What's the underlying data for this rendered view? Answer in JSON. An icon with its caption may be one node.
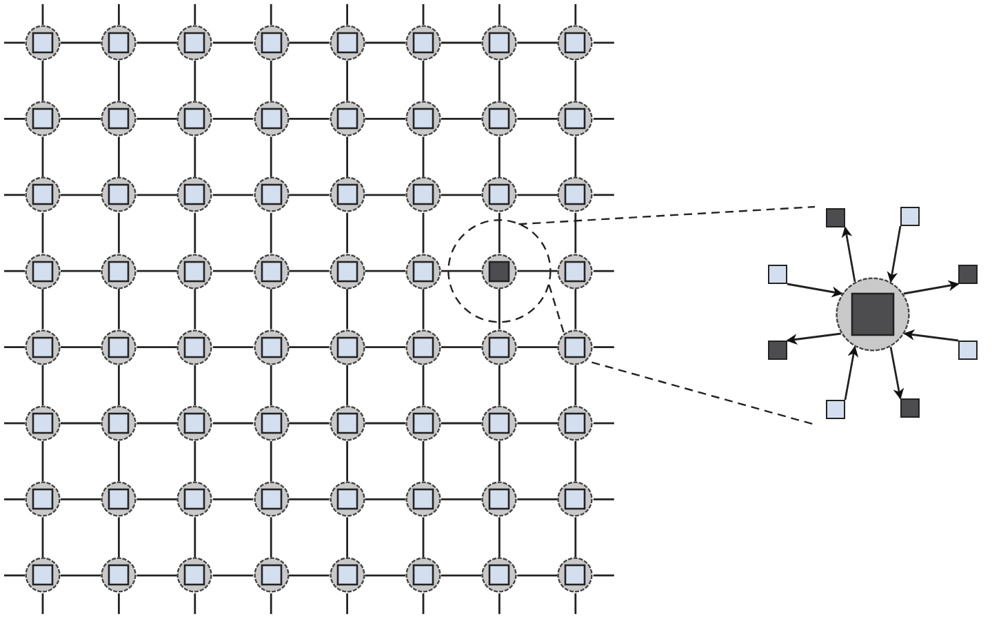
{
  "diagram": {
    "nodes": [
      {
        "text": [],
        "shape": "circle"
      },
      {
        "text": [],
        "shape": "circle"
      },
      {
        "text": [],
        "shape": "circle"
      },
      {
        "text": [],
        "shape": "circle"
      },
      {
        "text": [],
        "shape": "circle"
      },
      {
        "text": [],
        "shape": "circle"
      },
      {
        "text": [],
        "shape": "circle"
      },
      {
        "text": [],
        "shape": "circle"
      },
      {
        "text": [],
        "shape": "circle"
      },
      {
        "text": [],
        "shape": "circle"
      },
      {
        "text": [],
        "shape": "circle"
      },
      {
        "text": [],
        "shape": "circle"
      },
      {
        "text": [],
        "shape": "circle"
      },
      {
        "text": [],
        "shape": "circle"
      },
      {
        "text": [],
        "shape": "circle"
      },
      {
        "text": [],
        "shape": "circle"
      },
      {
        "text": [],
        "shape": "circle"
      },
      {
        "text": [],
        "shape": "circle"
      },
      {
        "text": [],
        "shape": "circle"
      },
      {
        "text": [],
        "shape": "circle"
      },
      {
        "text": [],
        "shape": "circle"
      },
      {
        "text": [],
        "shape": "circle"
      },
      {
        "text": [],
        "shape": "circle"
      },
      {
        "text": [],
        "shape": "circle"
      },
      {
        "text": [],
        "shape": "circle"
      },
      {
        "text": [],
        "shape": "circle"
      },
      {
        "text": [],
        "shape": "circle"
      },
      {
        "text": [],
        "shape": "circle"
      },
      {
        "text": [],
        "shape": "circle"
      },
      {
        "text": [],
        "shape": "circle"
      },
      {
        "text": [],
        "shape": "circle"
      },
      {
        "text": [],
        "shape": "circle"
      },
      {
        "text": [],
        "shape": "circle"
      },
      {
        "text": [],
        "shape": "circle"
      },
      {
        "text": [],
        "shape": "circle"
      },
      {
        "text": [],
        "shape": "circle"
      },
      {
        "text": [],
        "shape": "circle"
      },
      {
        "text": [],
        "shape": "circle"
      },
      {
        "text": [],
        "shape": "circle"
      },
      {
        "text": [],
        "shape": "circle"
      },
      {
        "text": [],
        "shape": "circle"
      },
      {
        "text": [],
        "shape": "circle"
      },
      {
        "text": [],
        "shape": "circle"
      },
      {
        "text": [],
        "shape": "circle"
      },
      {
        "text": [],
        "shape": "circle"
      },
      {
        "text": [],
        "shape": "circle"
      },
      {
        "text": [],
        "shape": "circle"
      },
      {
        "text": [],
        "shape": "circle"
      },
      {
        "text": [],
        "shape": "circle"
      },
      {
        "text": [],
        "shape": "circle"
      },
      {
        "text": [],
        "shape": "circle"
      },
      {
        "text": [],
        "shape": "circle"
      },
      {
        "text": [],
        "shape": "circle"
      },
      {
        "text": [],
        "shape": "circle"
      },
      {
        "text": [],
        "shape": "circle"
      },
      {
        "text": [],
        "shape": "circle"
      },
      {
        "text": [],
        "shape": "circle"
      },
      {
        "text": [],
        "shape": "circle"
      },
      {
        "text": [],
        "shape": "circle"
      },
      {
        "text": [],
        "shape": "circle"
      },
      {
        "text": [],
        "shape": "circle"
      },
      {
        "text": [],
        "shape": "circle"
      },
      {
        "text": [],
        "shape": "circle"
      },
      {
        "text": [],
        "shape": "circle"
      },
      {
        "text": [],
        "shape": "box"
      },
      {
        "text": [],
        "shape": "box"
      },
      {
        "text": [],
        "shape": "box"
      },
      {
        "text": [],
        "shape": "box"
      },
      {
        "text": [],
        "shape": "circle"
      },
      {
        "text": [],
        "shape": "box"
      },
      {
        "text": [],
        "shape": "box"
      },
      {
        "text": [],
        "shape": "box"
      },
      {
        "text": [],
        "shape": "box"
      }
    ],
    "edges": [
      {
        "from": 0,
        "to": 1,
        "arrow": "none"
      },
      {
        "from": 1,
        "to": 2,
        "arrow": "none"
      },
      {
        "from": 2,
        "to": 3,
        "arrow": "none"
      },
      {
        "from": 3,
        "to": 4,
        "arrow": "none"
      },
      {
        "from": 4,
        "to": 5,
        "arrow": "none"
      },
      {
        "from": 5,
        "to": 6,
        "arrow": "none"
      },
      {
        "from": 6,
        "to": 7,
        "arrow": "none"
      },
      {
        "from": 8,
        "to": 9,
        "arrow": "none"
      },
      {
        "from": 9,
        "to": 10,
        "arrow": "none"
      },
      {
        "from": 10,
        "to": 11,
        "arrow": "none"
      },
      {
        "from": 11,
        "to": 12,
        "arrow": "none"
      },
      {
        "from": 12,
        "to": 13,
        "arrow": "none"
      },
      {
        "from": 13,
        "to": 14,
        "arrow": "none"
      },
      {
        "from": 14,
        "to": 15,
        "arrow": "none"
      },
      {
        "from": 16,
        "to": 17,
        "arrow": "none"
      },
      {
        "from": 17,
        "to": 18,
        "arrow": "none"
      },
      {
        "from": 18,
        "to": 19,
        "arrow": "none"
      },
      {
        "from": 19,
        "to": 20,
        "arrow": "none"
      },
      {
        "from": 20,
        "to": 21,
        "arrow": "none"
      },
      {
        "from": 21,
        "to": 22,
        "arrow": "none"
      },
      {
        "from": 22,
        "to": 23,
        "arrow": "none"
      },
      {
        "from": 24,
        "to": 25,
        "arrow": "none"
      },
      {
        "from": 25,
        "to": 26,
        "arrow": "none"
      },
      {
        "from": 26,
        "to": 27,
        "arrow": "none"
      },
      {
        "from": 27,
        "to": 28,
        "arrow": "none"
      },
      {
        "from": 28,
        "to": 29,
        "arrow": "none"
      },
      {
        "from": 29,
        "to": 30,
        "arrow": "none"
      },
      {
        "from": 30,
        "to": 31,
        "arrow": "none"
      },
      {
        "from": 32,
        "to": 33,
        "arrow": "none"
      },
      {
        "from": 33,
        "to": 34,
        "arrow": "none"
      },
      {
        "from": 34,
        "to": 35,
        "arrow": "none"
      },
      {
        "from": 35,
        "to": 36,
        "arrow": "none"
      },
      {
        "from": 36,
        "to": 37,
        "arrow": "none"
      },
      {
        "from": 37,
        "to": 38,
        "arrow": "none"
      },
      {
        "from": 38,
        "to": 39,
        "arrow": "none"
      },
      {
        "from": 40,
        "to": 41,
        "arrow": "none"
      },
      {
        "from": 41,
        "to": 42,
        "arrow": "none"
      },
      {
        "from": 42,
        "to": 43,
        "arrow": "none"
      },
      {
        "from": 43,
        "to": 44,
        "arrow": "none"
      },
      {
        "from": 44,
        "to": 45,
        "arrow": "none"
      },
      {
        "from": 45,
        "to": 46,
        "arrow": "none"
      },
      {
        "from": 46,
        "to": 47,
        "arrow": "none"
      },
      {
        "from": 48,
        "to": 49,
        "arrow": "none"
      },
      {
        "from": 49,
        "to": 50,
        "arrow": "none"
      },
      {
        "from": 50,
        "to": 51,
        "arrow": "none"
      },
      {
        "from": 51,
        "to": 52,
        "arrow": "none"
      },
      {
        "from": 52,
        "to": 53,
        "arrow": "none"
      },
      {
        "from": 53,
        "to": 54,
        "arrow": "none"
      },
      {
        "from": 54,
        "to": 55,
        "arrow": "none"
      },
      {
        "from": 56,
        "to": 57,
        "arrow": "none"
      },
      {
        "from": 57,
        "to": 58,
        "arrow": "none"
      },
      {
        "from": 58,
        "to": 59,
        "arrow": "none"
      },
      {
        "from": 59,
        "to": 60,
        "arrow": "none"
      },
      {
        "from": 60,
        "to": 61,
        "arrow": "none"
      },
      {
        "from": 61,
        "to": 62,
        "arrow": "none"
      },
      {
        "from": 62,
        "to": 63,
        "arrow": "none"
      },
      {
        "from": 0,
        "to": 8,
        "arrow": "none"
      },
      {
        "from": 1,
        "to": 9,
        "arrow": "none"
      },
      {
        "from": 2,
        "to": 10,
        "arrow": "none"
      },
      {
        "from": 3,
        "to": 11,
        "arrow": "none"
      },
      {
        "from": 4,
        "to": 12,
        "arrow": "none"
      },
      {
        "from": 5,
        "to": 13,
        "arrow": "none"
      },
      {
        "from": 6,
        "to": 14,
        "arrow": "none"
      },
      {
        "from": 7,
        "to": 15,
        "arrow": "none"
      },
      {
        "from": 8,
        "to": 16,
        "arrow": "none"
      },
      {
        "from": 9,
        "to": 17,
        "arrow": "none"
      },
      {
        "from": 10,
        "to": 18,
        "arrow": "none"
      },
      {
        "from": 11,
        "to": 19,
        "arrow": "none"
      },
      {
        "from": 12,
        "to": 20,
        "arrow": "none"
      },
      {
        "from": 13,
        "to": 21,
        "arrow": "none"
      },
      {
        "from": 14,
        "to": 22,
        "arrow": "none"
      },
      {
        "from": 15,
        "to": 23,
        "arrow": "none"
      },
      {
        "from": 16,
        "to": 24,
        "arrow": "none"
      },
      {
        "from": 17,
        "to": 25,
        "arrow": "none"
      },
      {
        "from": 18,
        "to": 26,
        "arrow": "none"
      },
      {
        "from": 19,
        "to": 27,
        "arrow": "none"
      },
      {
        "from": 20,
        "to": 28,
        "arrow": "none"
      },
      {
        "from": 21,
        "to": 29,
        "arrow": "none"
      },
      {
        "from": 22,
        "to": 30,
        "arrow": "none"
      },
      {
        "from": 23,
        "to": 31,
        "arrow": "none"
      },
      {
        "from": 24,
        "to": 32,
        "arrow": "none"
      },
      {
        "from": 25,
        "to": 33,
        "arrow": "none"
      },
      {
        "from": 26,
        "to": 34,
        "arrow": "none"
      },
      {
        "from": 27,
        "to": 35,
        "arrow": "none"
      },
      {
        "from": 28,
        "to": 36,
        "arrow": "none"
      },
      {
        "from": 29,
        "to": 37,
        "arrow": "none"
      },
      {
        "from": 30,
        "to": 38,
        "arrow": "none"
      },
      {
        "from": 31,
        "to": 39,
        "arrow": "none"
      },
      {
        "from": 32,
        "to": 40,
        "arrow": "none"
      },
      {
        "from": 33,
        "to": 41,
        "arrow": "none"
      },
      {
        "from": 34,
        "to": 42,
        "arrow": "none"
      },
      {
        "from": 35,
        "to": 43,
        "arrow": "none"
      },
      {
        "from": 36,
        "to": 44,
        "arrow": "none"
      },
      {
        "from": 37,
        "to": 45,
        "arrow": "none"
      },
      {
        "from": 38,
        "to": 46,
        "arrow": "none"
      },
      {
        "from": 39,
        "to": 47,
        "arrow": "none"
      },
      {
        "from": 40,
        "to": 48,
        "arrow": "none"
      },
      {
        "from": 41,
        "to": 49,
        "arrow": "none"
      },
      {
        "from": 42,
        "to": 50,
        "arrow": "none"
      },
      {
        "from": 43,
        "to": 51,
        "arrow": "none"
      },
      {
        "from": 44,
        "to": 52,
        "arrow": "none"
      },
      {
        "from": 45,
        "to": 53,
        "arrow": "none"
      },
      {
        "from": 46,
        "to": 54,
        "arrow": "none"
      },
      {
        "from": 47,
        "to": 55,
        "arrow": "none"
      },
      {
        "from": 48,
        "to": 56,
        "arrow": "none"
      },
      {
        "from": 49,
        "to": 57,
        "arrow": "none"
      },
      {
        "from": 50,
        "to": 58,
        "arrow": "none"
      },
      {
        "from": 51,
        "to": 59,
        "arrow": "none"
      },
      {
        "from": 52,
        "to": 60,
        "arrow": "none"
      },
      {
        "from": 53,
        "to": 61,
        "arrow": "none"
      },
      {
        "from": 54,
        "to": 62,
        "arrow": "none"
      },
      {
        "from": 55,
        "to": 63,
        "arrow": "none"
      },
      {
        "from": null,
        "to": 0,
        "arrow": "none"
      },
      {
        "from": null,
        "to": 8,
        "arrow": "none"
      },
      {
        "from": null,
        "to": 16,
        "arrow": "none"
      },
      {
        "from": null,
        "to": 24,
        "arrow": "none"
      },
      {
        "from": null,
        "to": 32,
        "arrow": "none"
      },
      {
        "from": null,
        "to": 40,
        "arrow": "none"
      },
      {
        "from": null,
        "to": 48,
        "arrow": "none"
      },
      {
        "from": null,
        "to": 56,
        "arrow": "none"
      },
      {
        "from": null,
        "to": 7,
        "arrow": "none"
      },
      {
        "from": null,
        "to": 15,
        "arrow": "none"
      },
      {
        "from": null,
        "to": 23,
        "arrow": "none"
      },
      {
        "from": null,
        "to": 31,
        "arrow": "none"
      },
      {
        "from": null,
        "to": 39,
        "arrow": "none"
      },
      {
        "from": null,
        "to": 47,
        "arrow": "none"
      },
      {
        "from": null,
        "to": 55,
        "arrow": "none"
      },
      {
        "from": null,
        "to": 63,
        "arrow": "none"
      },
      {
        "from": null,
        "to": 0,
        "arrow": "none"
      },
      {
        "from": null,
        "to": 1,
        "arrow": "none"
      },
      {
        "from": null,
        "to": 2,
        "arrow": "none"
      },
      {
        "from": null,
        "to": 3,
        "arrow": "none"
      },
      {
        "from": null,
        "to": 4,
        "arrow": "none"
      },
      {
        "from": null,
        "to": 5,
        "arrow": "none"
      },
      {
        "from": null,
        "to": 6,
        "arrow": "none"
      },
      {
        "from": null,
        "to": 7,
        "arrow": "none"
      },
      {
        "from": null,
        "to": 56,
        "arrow": "none"
      },
      {
        "from": null,
        "to": 57,
        "arrow": "none"
      },
      {
        "from": null,
        "to": 58,
        "arrow": "none"
      },
      {
        "from": null,
        "to": 59,
        "arrow": "none"
      },
      {
        "from": null,
        "to": 60,
        "arrow": "none"
      },
      {
        "from": null,
        "to": 61,
        "arrow": "none"
      },
      {
        "from": null,
        "to": 62,
        "arrow": "none"
      },
      {
        "from": null,
        "to": 63,
        "arrow": "none"
      },
      {
        "from": 68,
        "to": 64,
        "arrow": "to"
      },
      {
        "from": 65,
        "to": 68,
        "arrow": "to"
      },
      {
        "from": 66,
        "to": 68,
        "arrow": "to"
      },
      {
        "from": 68,
        "to": 67,
        "arrow": "to"
      },
      {
        "from": 68,
        "to": 69,
        "arrow": "to"
      },
      {
        "from": 70,
        "to": 68,
        "arrow": "to"
      },
      {
        "from": 71,
        "to": 68,
        "arrow": "to"
      },
      {
        "from": 68,
        "to": 72,
        "arrow": "to"
      }
    ]
  }
}
